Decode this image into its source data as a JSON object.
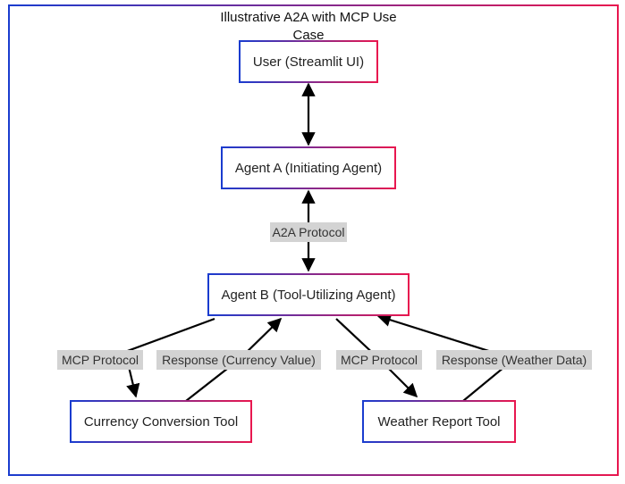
{
  "diagram": {
    "title_line1": "Illustrative A2A with MCP Use",
    "title_line2": "Case",
    "nodes": {
      "user": "User (Streamlit UI)",
      "agent_a": "Agent A (Initiating Agent)",
      "agent_b": "Agent B (Tool-Utilizing Agent)",
      "currency_tool": "Currency Conversion Tool",
      "weather_tool": "Weather Report Tool"
    },
    "edges": {
      "a2a": "A2A Protocol",
      "mcp_currency": "MCP Protocol",
      "response_currency": "Response (Currency Value)",
      "mcp_weather": "MCP Protocol",
      "response_weather": "Response (Weather Data)"
    },
    "colors": {
      "gradient_start": "#1a3ccf",
      "gradient_end": "#e8174f",
      "edge_label_bg": "#d3d3d3",
      "arrow": "#000000"
    }
  }
}
